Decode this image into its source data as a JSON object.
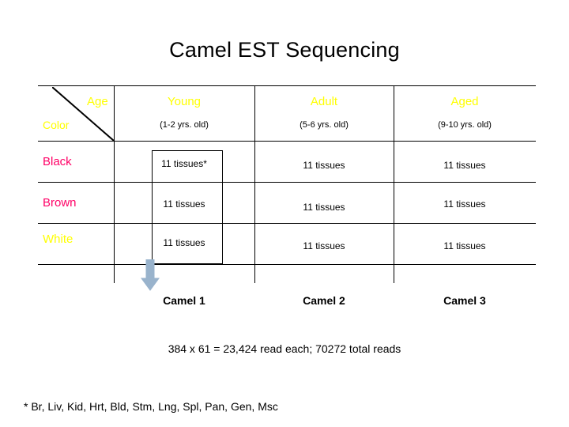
{
  "slide": {
    "title": "Camel EST Sequencing",
    "table": {
      "corner": {
        "age_label": "Age",
        "color_label": "Color"
      },
      "columns": [
        {
          "header": "Young",
          "sub": "(1-2 yrs. old)",
          "footer": "Camel 1"
        },
        {
          "header": "Adult",
          "sub": "(5-6 yrs. old)",
          "footer": "Camel 2"
        },
        {
          "header": "Aged",
          "sub": "(9-10 yrs. old)",
          "footer": "Camel 3"
        }
      ],
      "rows": [
        {
          "label": "Black",
          "cells": [
            "11 tissues*",
            "11 tissues",
            "11 tissues"
          ]
        },
        {
          "label": "Brown",
          "cells": [
            "11 tissues",
            "11 tissues",
            "11 tissues"
          ]
        },
        {
          "label": "White",
          "cells": [
            "11 tissues",
            "11 tissues",
            "11 tissues"
          ]
        }
      ]
    },
    "footnote1": "384 x 61 = 23,424 read each; 70272 total reads",
    "footnote2": "* Br, Liv, Kid, Hrt, Bld, Stm, Lng, Spl, Pan, Gen, Msc",
    "colors": {
      "header_text": "#ffff00",
      "row_label_text": "#ff0066",
      "body_text": "#000000",
      "arrow_fill": "#99b3cc"
    }
  }
}
